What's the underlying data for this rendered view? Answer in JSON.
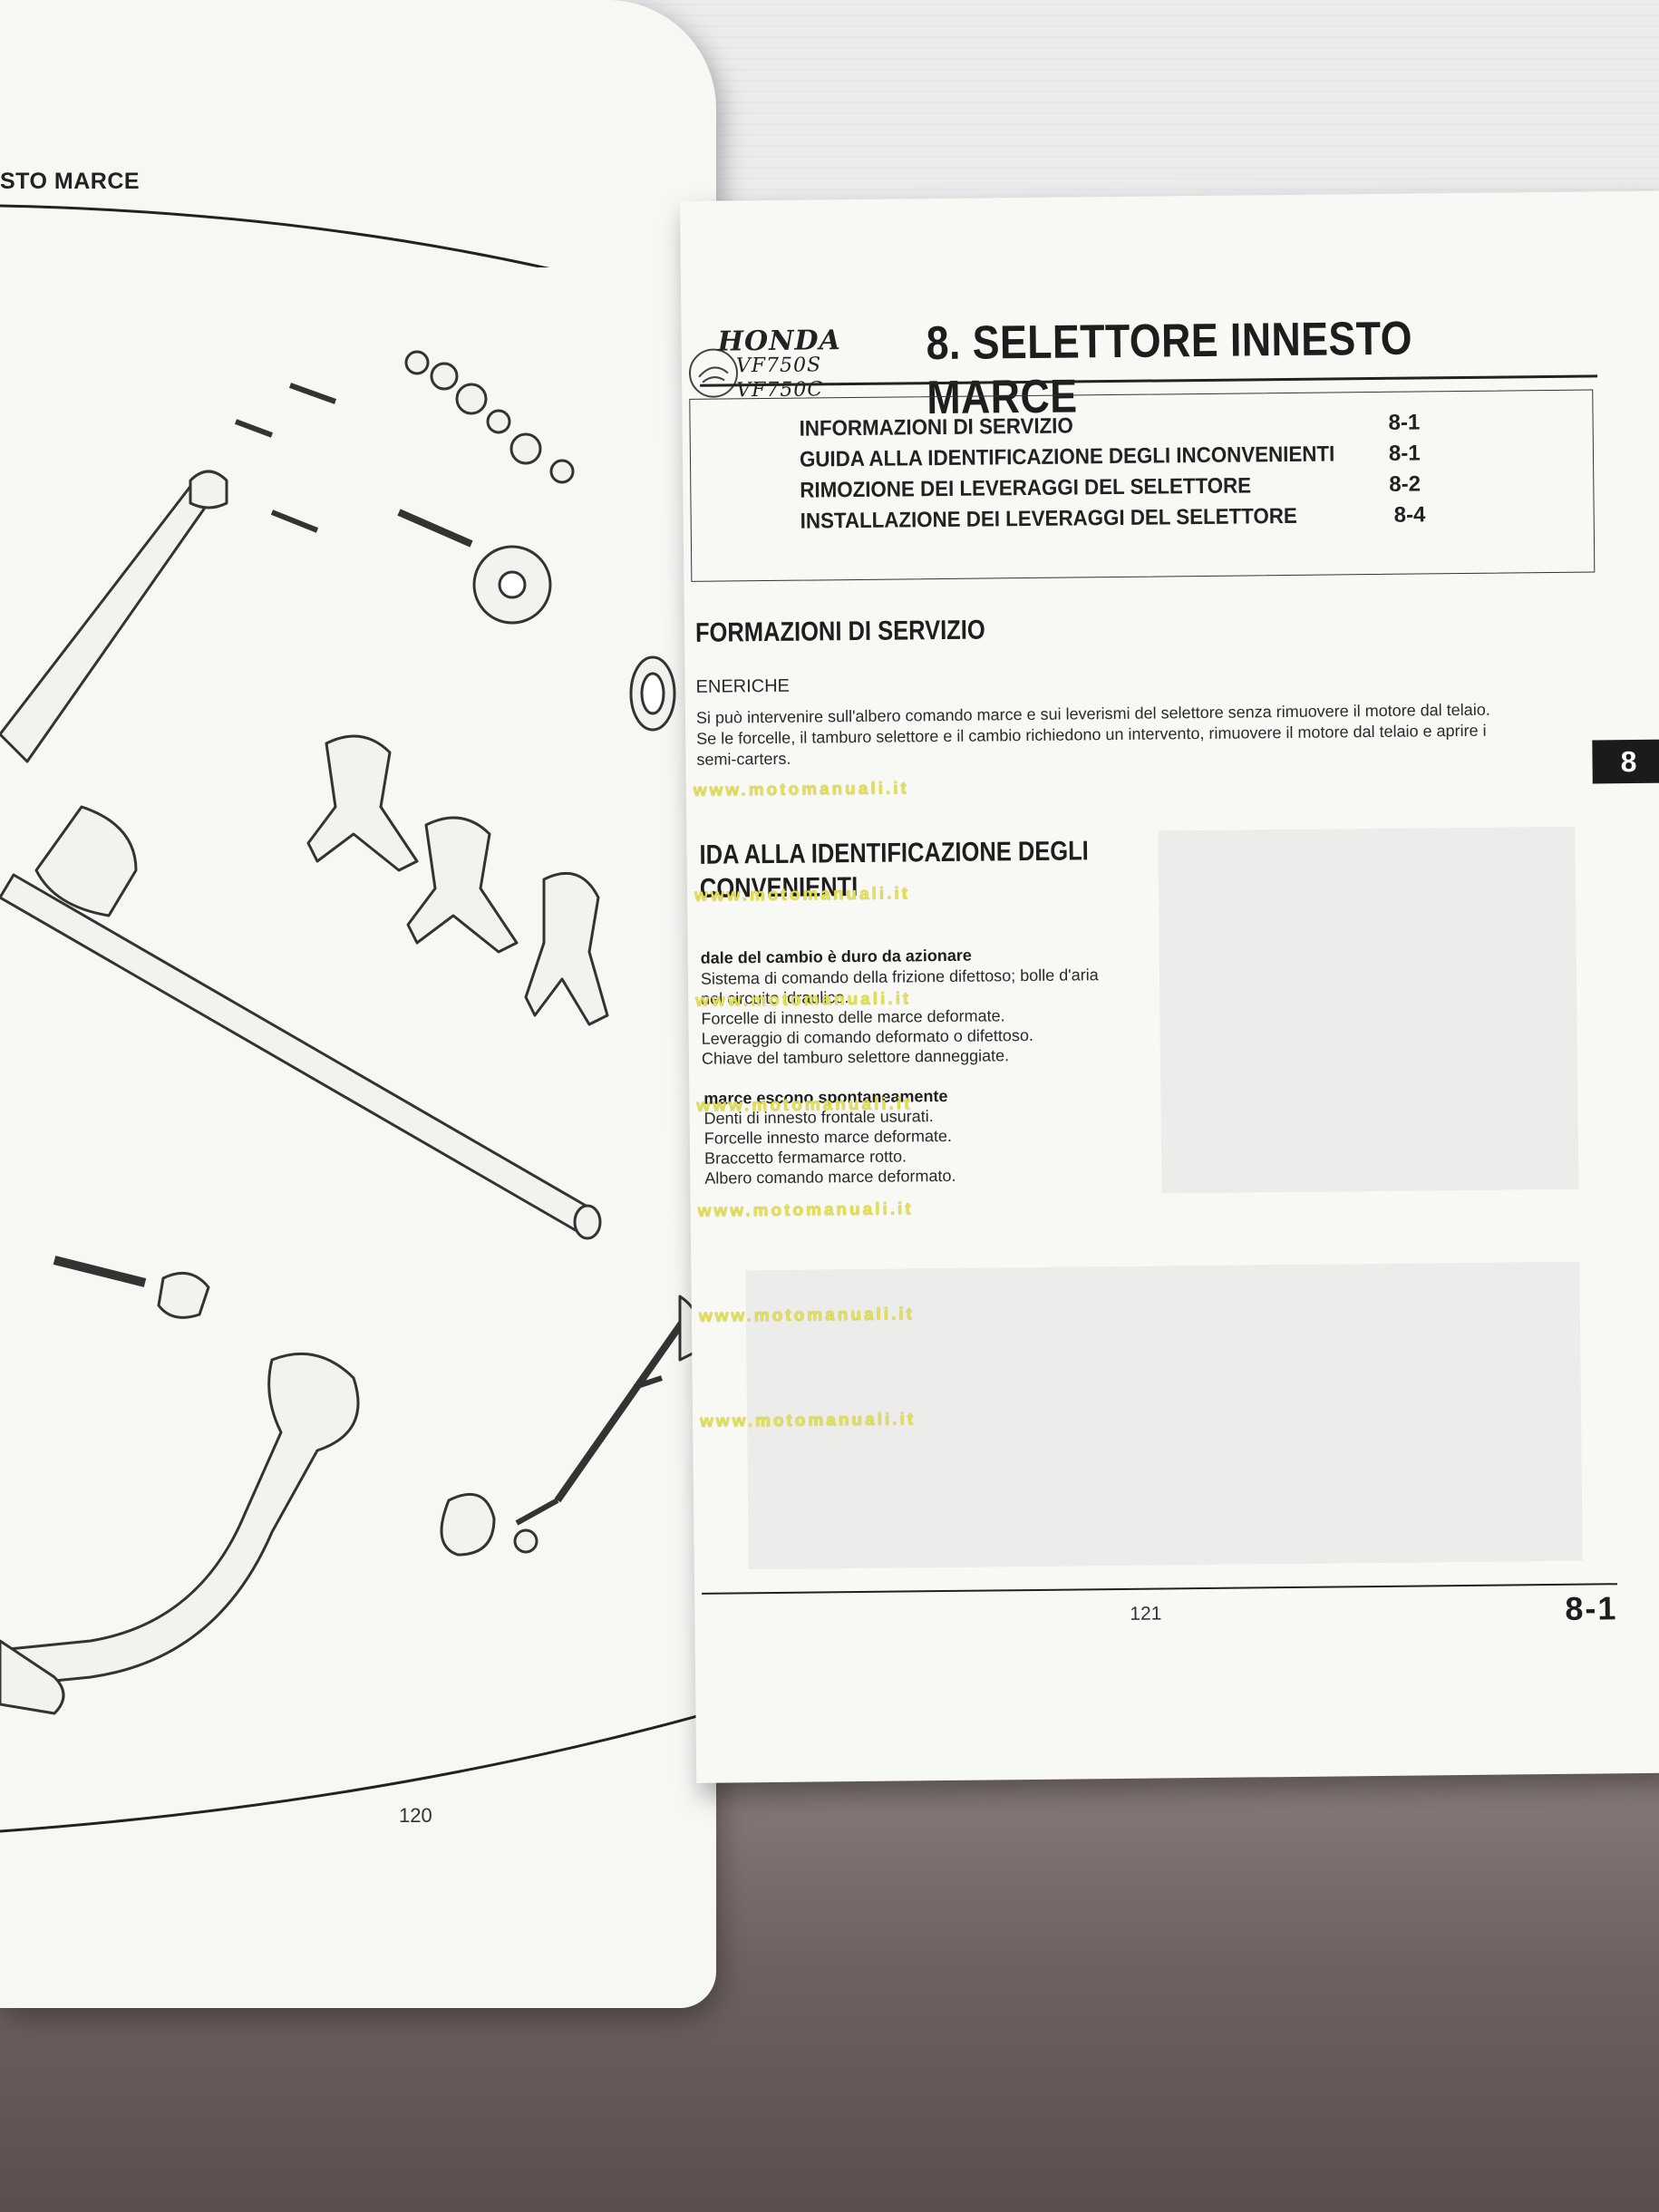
{
  "left_page": {
    "header": "STO MARCE",
    "page_number": "120"
  },
  "right_page": {
    "brand_line1": "HONDA",
    "brand_line2": "VF750S",
    "brand_line3": "VF750C",
    "title": "8. SELETTORE INNESTO MARCE",
    "toc": [
      {
        "label": "INFORMAZIONI DI SERVIZIO",
        "page": "8-1"
      },
      {
        "label": "GUIDA ALLA IDENTIFICAZIONE DEGLI INCONVENIENTI",
        "page": "8-1"
      },
      {
        "label": "RIMOZIONE DEI LEVERAGGI DEL SELETTORE",
        "page": "8-2"
      },
      {
        "label": "INSTALLAZIONE DEI LEVERAGGI DEL SELETTORE",
        "page": "8-4"
      }
    ],
    "section1_title": "FORMAZIONI DI SERVIZIO",
    "section1_sub": "ENERICHE",
    "section1_lines": [
      "Si può intervenire sull'albero comando marce e sui leverismi del selettore senza rimuovere il motore dal telaio.",
      "Se le forcelle, il tamburo selettore e il cambio richiedono un intervento, rimuovere il motore dal telaio e aprire i",
      "semi-carters."
    ],
    "section2_title_l1": "IDA ALLA IDENTIFICAZIONE DEGLI",
    "section2_title_l2": "CONVENIENTI",
    "group1_title": "dale del cambio è duro da azionare",
    "group1_lines": [
      "Sistema di comando della frizione difettoso; bolle d'aria",
      "nel circuito idraulico.",
      "Forcelle di innesto delle marce deformate.",
      "Leveraggio di comando deformato o difettoso.",
      "Chiave del tamburo selettore danneggiate."
    ],
    "group2_title": "marce escono spontaneamente",
    "group2_lines": [
      "Denti di innesto frontale usurati.",
      "Forcelle innesto marce deformate.",
      "Braccetto fermamarce rotto.",
      "Albero comando marce deformato."
    ],
    "watermark": "www.motomanuali.it",
    "tab_label": "8",
    "page_number": "121",
    "section_page": "8-1"
  }
}
